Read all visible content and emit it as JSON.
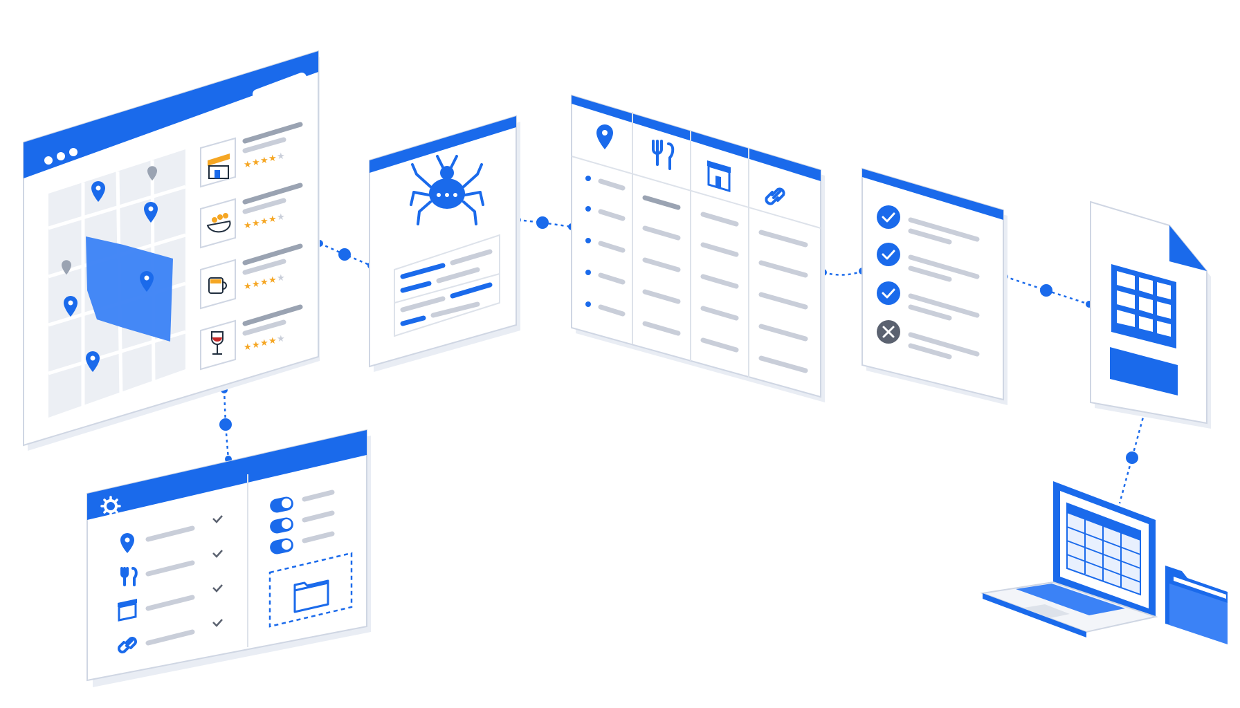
{
  "theme": {
    "accent": "#1a6aeb",
    "star": "#f5a623",
    "muted": "#c9ced9",
    "error": "#5b6270"
  },
  "browser_panel": {
    "icons": [
      "map-pin-icon",
      "storefront-icon",
      "food-bowl-icon",
      "coffee-cup-icon",
      "wine-glass-icon",
      "star-icon"
    ],
    "listings": [
      {
        "icon": "storefront-icon",
        "rating": 4
      },
      {
        "icon": "food-bowl-icon",
        "rating": 4
      },
      {
        "icon": "coffee-cup-icon",
        "rating": 4
      },
      {
        "icon": "wine-glass-icon",
        "rating": 4
      }
    ],
    "rating_max": 5
  },
  "crawler_panel": {
    "icon": "spider-icon"
  },
  "table_panel": {
    "column_icons": [
      "map-pin-icon",
      "fork-knife-icon",
      "storefront-icon",
      "link-icon"
    ],
    "row_count": 5
  },
  "validation_panel": {
    "items": [
      {
        "status": "pass",
        "icon": "check-icon"
      },
      {
        "status": "pass",
        "icon": "check-icon"
      },
      {
        "status": "pass",
        "icon": "check-icon"
      },
      {
        "status": "fail",
        "icon": "x-icon"
      }
    ]
  },
  "export_panel": {
    "icon": "spreadsheet-file-icon"
  },
  "settings_panel": {
    "header_icon": "gear-icon",
    "filters": [
      {
        "icon": "map-pin-icon",
        "checked": true
      },
      {
        "icon": "fork-knife-icon",
        "checked": true
      },
      {
        "icon": "storefront-icon",
        "checked": true
      },
      {
        "icon": "link-icon",
        "checked": true
      }
    ],
    "toggles": [
      true,
      true,
      true
    ],
    "drop_zone_icon": "folder-icon"
  },
  "output": {
    "laptop_icon": "laptop-spreadsheet-icon",
    "folder_icon": "folder-icon"
  }
}
